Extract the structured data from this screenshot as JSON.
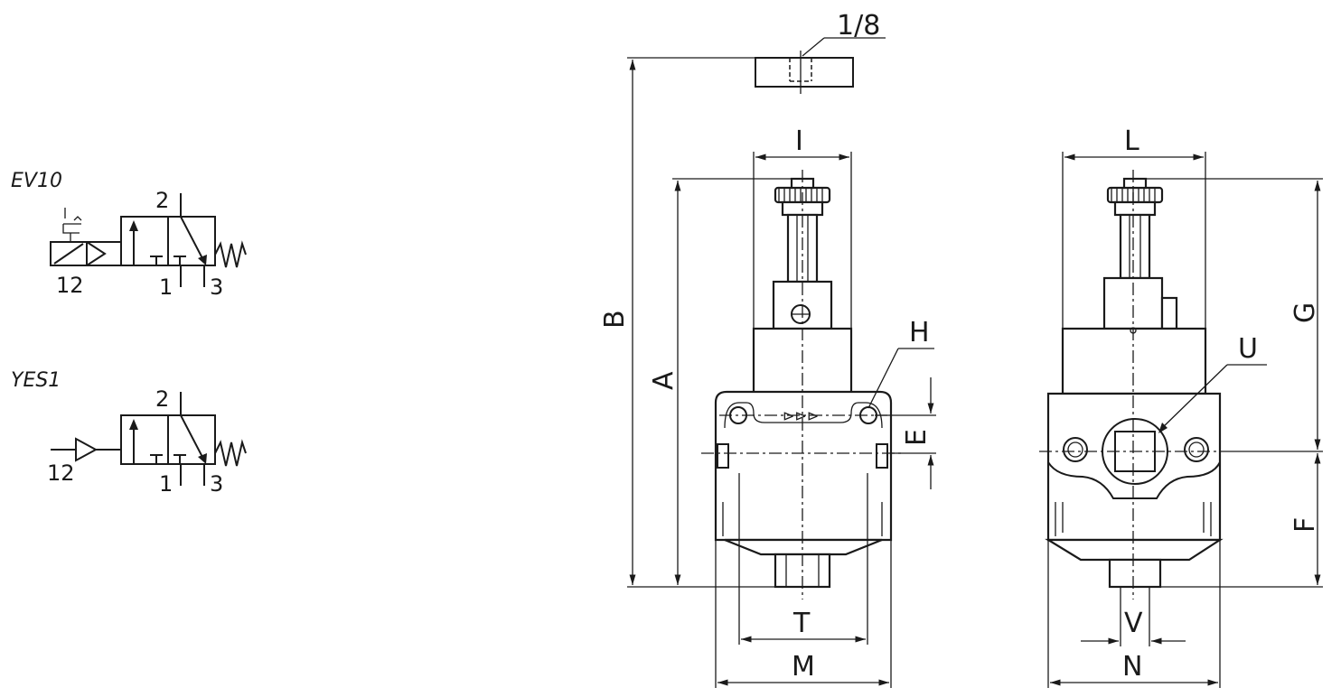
{
  "symbols": {
    "ev10": {
      "name": "EV10",
      "port_top": "2",
      "port_left": "12",
      "port_mid": "1",
      "port_right": "3"
    },
    "yes1": {
      "name": "YES1",
      "port_top": "2",
      "port_left": "12",
      "port_mid": "1",
      "port_right": "3"
    }
  },
  "top_view": {
    "thread": "1/8"
  },
  "dimensions": {
    "A": "A",
    "B": "B",
    "E": "E",
    "F": "F",
    "G": "G",
    "H": "H",
    "I": "I",
    "L": "L",
    "M": "M",
    "N": "N",
    "T": "T",
    "U": "U",
    "V": "V"
  },
  "flow_arrows": "⊳⊳⊳"
}
